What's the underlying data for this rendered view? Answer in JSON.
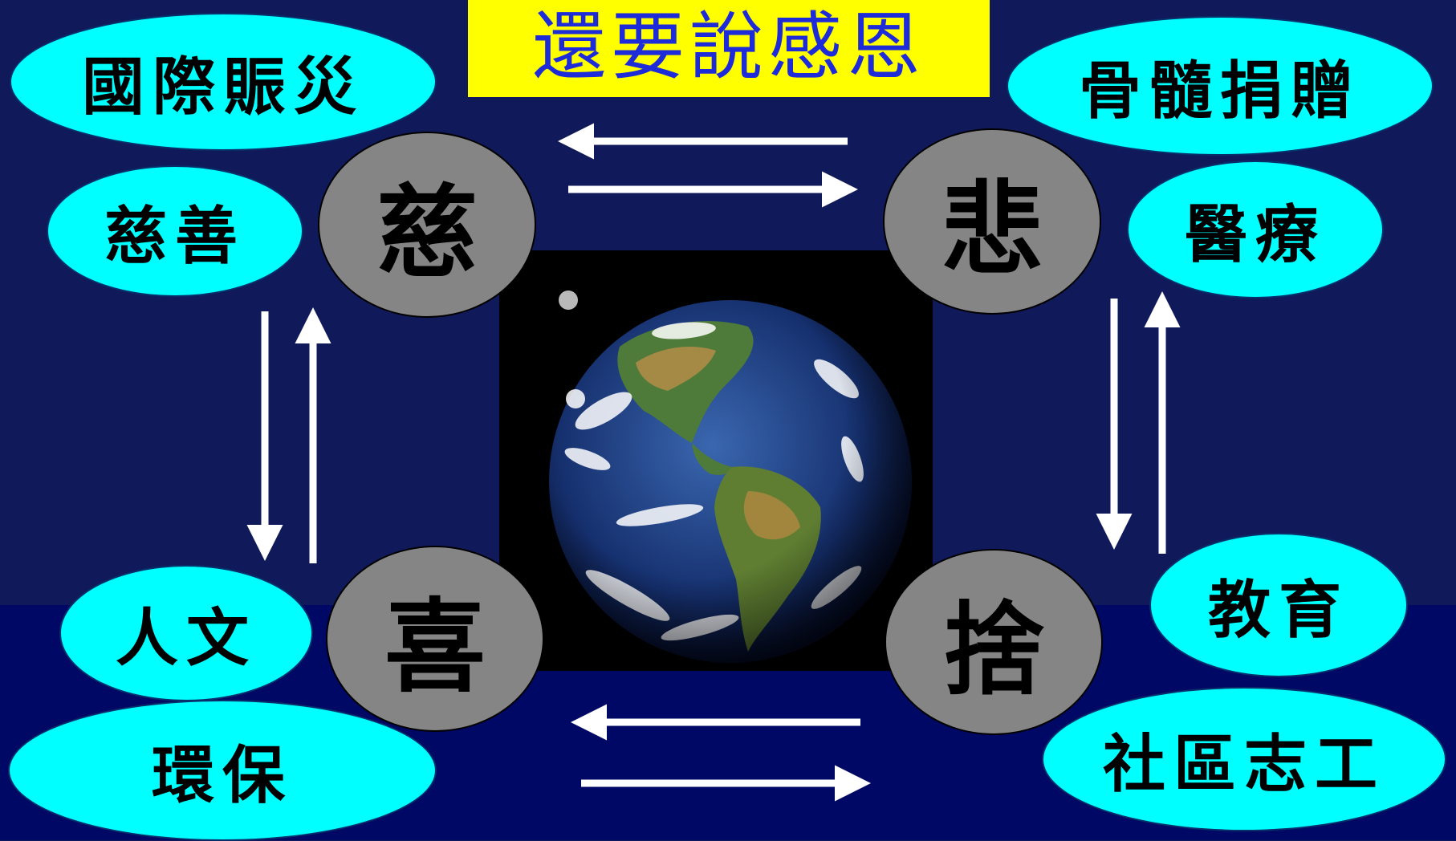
{
  "title": "還要說感恩",
  "center": {
    "top_left": "慈",
    "top_right": "悲",
    "bottom_left": "喜",
    "bottom_right": "捨"
  },
  "ovals": {
    "international_relief": "國際賑災",
    "charity": "慈善",
    "bone_marrow": "骨髓捐贈",
    "medical": "醫療",
    "humanities": "人文",
    "environmental": "環保",
    "education": "教育",
    "community_volunteer": "社區志工"
  },
  "colors": {
    "background_top": "#101a5a",
    "background_bottom": "#000865",
    "title_bg": "#ffff00",
    "title_text": "#1e2bd8",
    "oval_fill": "#00ffff",
    "circle_fill": "#858585",
    "arrow": "#ffffff"
  }
}
